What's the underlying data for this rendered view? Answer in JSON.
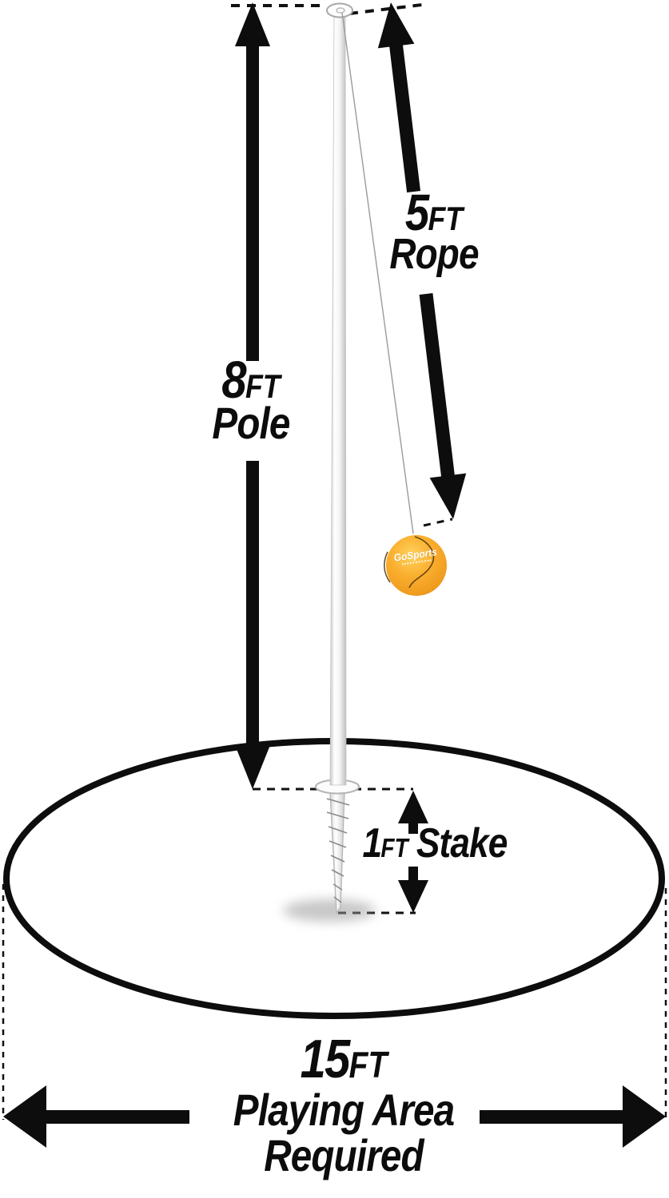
{
  "diagram": {
    "title_context": "tetherball-setup-dimensions",
    "rope_label": {
      "number": "5",
      "unit": "FT",
      "name": "Rope"
    },
    "pole_label": {
      "number": "8",
      "unit": "FT",
      "name": "Pole"
    },
    "stake_label": {
      "number": "1",
      "unit": "FT",
      "name": "Stake"
    },
    "area_label": {
      "number": "15",
      "unit": "FT",
      "line2": "Playing Area",
      "line3": "Required"
    },
    "ball": {
      "logo": "GoSports",
      "color": "#F7A828",
      "highlight": "#FFD35E",
      "seam_color": "#4a3408"
    },
    "colors": {
      "arrow": "#0d0d0d",
      "text": "#0c0c0c",
      "ellipse_stroke": "#0d0d0d",
      "pole_fill": "#f2f2f2",
      "pole_edge": "#c2c2c2",
      "rope": "#9b9b9b",
      "background": "#ffffff",
      "shadow": "#9a9a9a"
    }
  }
}
